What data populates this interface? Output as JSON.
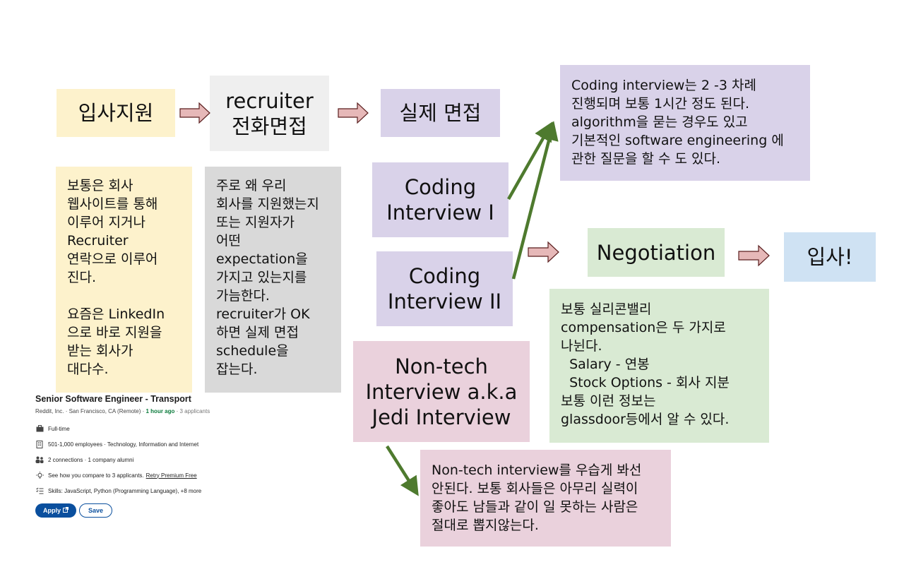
{
  "flow": {
    "apply": "입사지원",
    "recruiter_call": [
      "recruiter",
      "전화면접"
    ],
    "onsite": "실제 면접",
    "coding1": [
      "Coding",
      "Interview I"
    ],
    "coding2": [
      "Coding",
      "Interview II"
    ],
    "nontech": [
      "Non-tech",
      "Interview a.k.a",
      "Jedi Interview"
    ],
    "negotiation": "Negotiation",
    "hired": "입사!"
  },
  "notes": {
    "apply": [
      "보통은 회사",
      "웹사이트를 통해",
      "이루어 지거나",
      "Recruiter",
      "연락으로 이루어",
      "진다.",
      "",
      "요즘은 LinkedIn",
      "으로 바로 지원을",
      "받는 회사가",
      "대다수."
    ],
    "recruiter": [
      "주로 왜 우리",
      "회사를 지원했는지",
      "또는 지원자가",
      "어떤",
      "expectation을",
      "가지고 있는지를",
      "가늠한다.",
      "recruiter가 OK",
      "하면 실제 면접",
      "schedule을",
      "잡는다."
    ],
    "coding": [
      "Coding interview는 2 -3 차례",
      "진행되며 보통 1시간 정도 된다.",
      "algorithm을 묻는 경우도 있고",
      "기본적인 software engineering 에",
      "관한 질문을 할 수 도 있다."
    ],
    "negotiation": [
      "보통 실리콘밸리",
      "compensation은 두 가지로",
      "나뉜다.",
      "  Salary - 연봉",
      "  Stock Options - 회사 지분",
      "보통 이런 정보는",
      "glassdoor등에서 알 수 있다."
    ],
    "nontech": [
      "Non-tech interview를 우습게 봐선",
      "안된다. 보통 회사들은 아무리 실력이",
      "좋아도 남들과 같이 일 못하는 사람은",
      "절대로 뽑지않는다."
    ]
  },
  "job_card": {
    "title": "Senior Software Engineer - Transport",
    "company": "Reddit, Inc.",
    "sep": " · ",
    "location": "San Francisco, CA (Remote)",
    "posted": "1 hour ago",
    "applicants": "3 applicants",
    "rows": {
      "type": "Full-time",
      "company_info": "501-1,000 employees · Technology, Information and Internet",
      "connections": "2 connections · 1 company alumni",
      "compare": "See how you compare to 3 applicants.",
      "compare_link": "Retry Premium Free",
      "skills": "Skills: JavaScript, Python (Programming Language), +8 more"
    },
    "apply_label": "Apply",
    "save_label": "Save"
  },
  "colors": {
    "arrow_fill": "#e6b8b8",
    "arrow_stroke": "#5b1f1f",
    "green_arrow": "#4e7a2e"
  }
}
